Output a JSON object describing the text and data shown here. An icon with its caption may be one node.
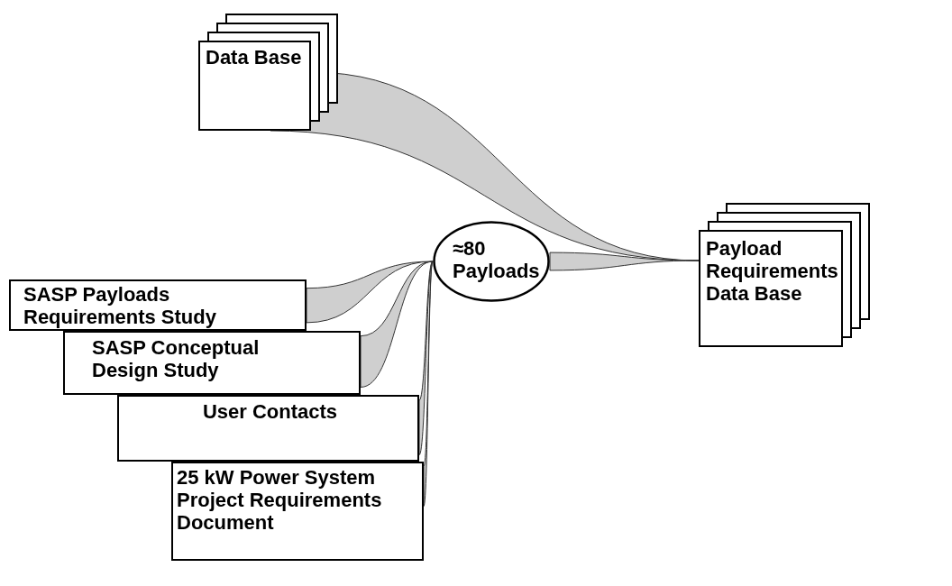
{
  "diagram": {
    "nodes": [
      {
        "text": [
          "Data Base"
        ]
      },
      {
        "text": [
          "≈80 Payloads"
        ]
      },
      {
        "text": [
          "Payload Requirements Data Base"
        ]
      },
      {
        "text": [
          "SASP Payloads Requirements Study"
        ]
      },
      {
        "text": [
          "SASP Conceptual Design Study"
        ]
      },
      {
        "text": [
          "User Contacts"
        ]
      },
      {
        "text": [
          "25 kW Power System Project Requirements Document"
        ]
      }
    ],
    "edges": [
      {
        "from": 0,
        "to": 2,
        "arrow": "none"
      },
      {
        "from": 3,
        "to": 1,
        "arrow": "none"
      },
      {
        "from": 4,
        "to": 1,
        "arrow": "none"
      },
      {
        "from": 5,
        "to": 1,
        "arrow": "none"
      },
      {
        "from": 6,
        "to": 1,
        "arrow": "none"
      },
      {
        "from": 1,
        "to": 2,
        "arrow": "none"
      }
    ]
  }
}
